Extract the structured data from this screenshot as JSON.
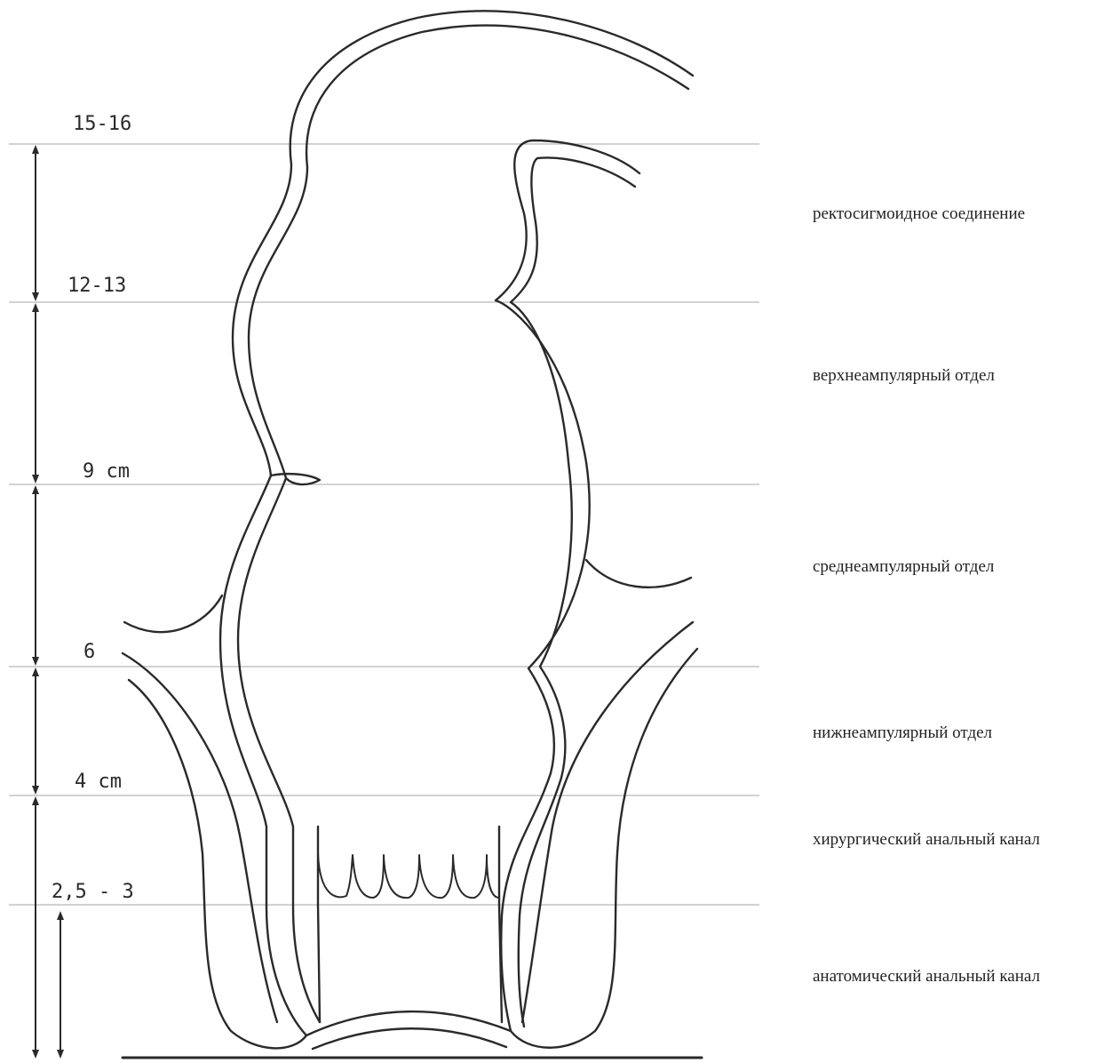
{
  "levels": [
    {
      "id": "level-15-16",
      "text": "15-16"
    },
    {
      "id": "level-12-13",
      "text": "12-13"
    },
    {
      "id": "level-9",
      "text": "9 cm"
    },
    {
      "id": "level-6",
      "text": "6"
    },
    {
      "id": "level-4",
      "text": "4 cm"
    },
    {
      "id": "level-2-5-3",
      "text": "2,5 - 3"
    }
  ],
  "sections": [
    {
      "id": "rectosigmoid",
      "text": "ректосигмоидное соединение"
    },
    {
      "id": "upper-ampullary",
      "text": "верхнеампулярный отдел"
    },
    {
      "id": "middle-ampullary",
      "text": "среднеампулярный отдел"
    },
    {
      "id": "lower-ampullary",
      "text": "нижнеампулярный отдел"
    },
    {
      "id": "surgical-anal-canal",
      "text": "хирургический анальный канал"
    },
    {
      "id": "anatomical-anal-canal",
      "text": "анатомический анальный канал"
    }
  ],
  "colors": {
    "ink": "#2a2a2a",
    "guide": "#b8b8b8",
    "paper": "#ffffff"
  }
}
